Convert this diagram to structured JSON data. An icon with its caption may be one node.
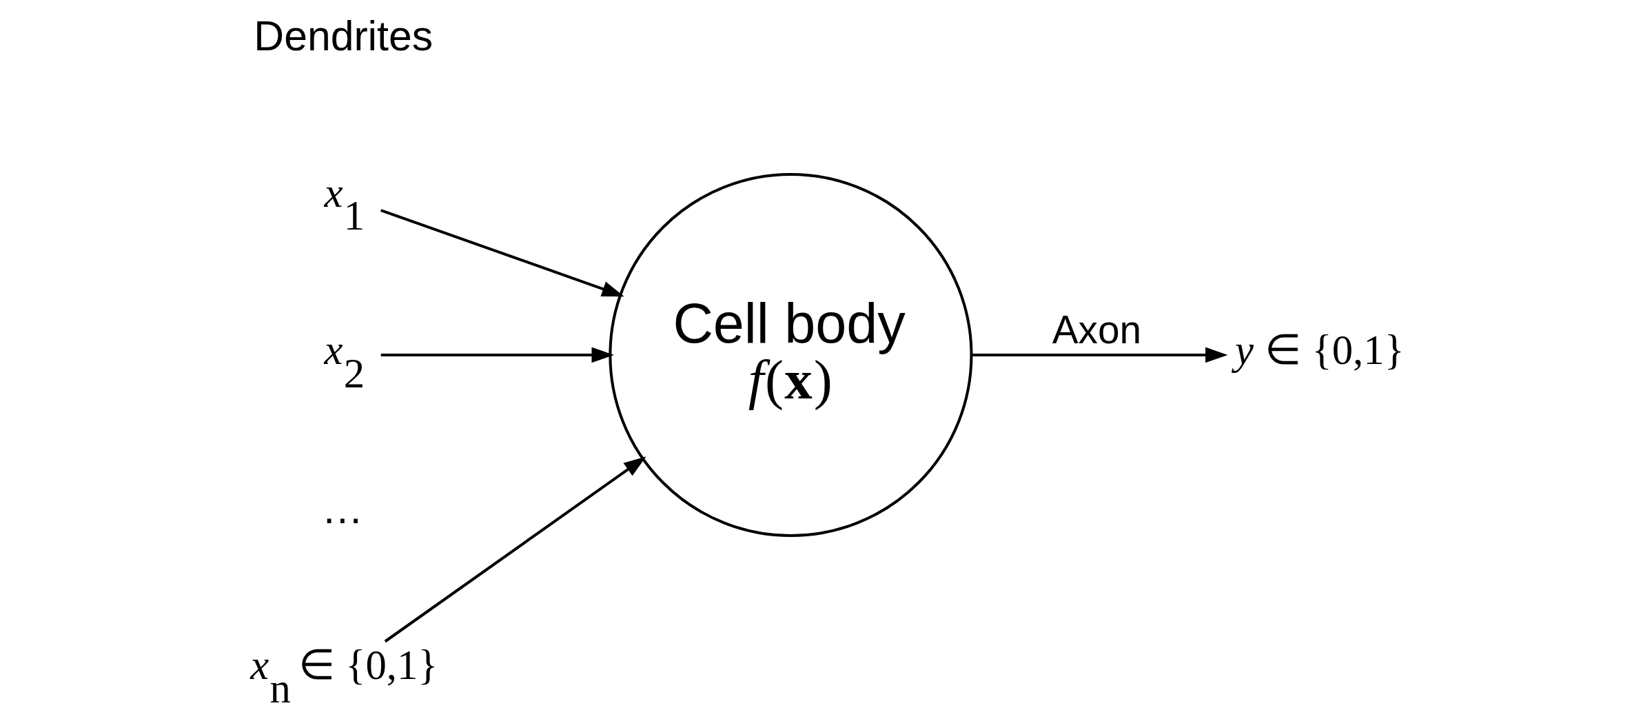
{
  "diagram": {
    "nodes": [
      {
        "text": [
          "*x*$_{1}$"
        ]
      },
      {
        "text": [
          "*x*$_{2}$"
        ]
      },
      {
        "text": [
          "*x*$_{n}$ ∈ {0,1}"
        ]
      },
      {
        "text": [
          "Cell body",
          "*f*(**x**)"
        ]
      },
      {
        "text": [
          "*y* ∈ {0,1}"
        ]
      }
    ],
    "edges": [
      {
        "from": 0,
        "to": 3,
        "arrow": "to"
      },
      {
        "from": 1,
        "to": 3,
        "arrow": "to"
      },
      {
        "from": 2,
        "to": 3,
        "arrow": "to"
      },
      {
        "from": 3,
        "to": 4,
        "arrow": "to",
        "label": "Axon"
      }
    ],
    "labels": [
      "Dendrites",
      "…"
    ]
  }
}
